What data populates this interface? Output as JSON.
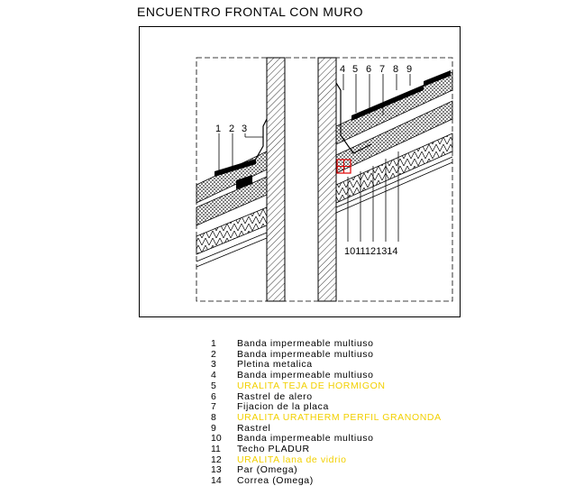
{
  "title": "ENCUENTRO FRONTAL CON MURO",
  "callouts": {
    "left": [
      "1",
      "2",
      "3"
    ],
    "top": [
      "4",
      "5",
      "6",
      "7",
      "8",
      "9"
    ],
    "bottom": "1011121314"
  },
  "colors": {
    "highlight": "#f2d000",
    "marker": "#e00000",
    "line": "#000000"
  },
  "legend": [
    {
      "num": "1",
      "text": "Banda impermeable multiuso",
      "highlight": false
    },
    {
      "num": "2",
      "text": "Banda impermeable multiuso",
      "highlight": false
    },
    {
      "num": "3",
      "text": "Pletina metalica",
      "highlight": false
    },
    {
      "num": "4",
      "text": "Banda impermeable multiuso",
      "highlight": false
    },
    {
      "num": "5",
      "text": "URALITA TEJA DE HORMIGON",
      "highlight": true
    },
    {
      "num": "6",
      "text": "Rastrel de alero",
      "highlight": false
    },
    {
      "num": "7",
      "text": "Fijacion de la placa",
      "highlight": false
    },
    {
      "num": "8",
      "text": "URALITA URATHERM PERFIL GRANONDA",
      "highlight": true
    },
    {
      "num": "9",
      "text": "Rastrel",
      "highlight": false
    },
    {
      "num": "10",
      "text": "Banda impermeable multiuso",
      "highlight": false
    },
    {
      "num": "11",
      "text": "Techo PLADUR",
      "highlight": false
    },
    {
      "num": "12",
      "text": "URALITA lana de vidrio",
      "highlight": true
    },
    {
      "num": "13",
      "text": "Par (Omega)",
      "highlight": false
    },
    {
      "num": "14",
      "text": "Correa (Omega)",
      "highlight": false
    }
  ]
}
